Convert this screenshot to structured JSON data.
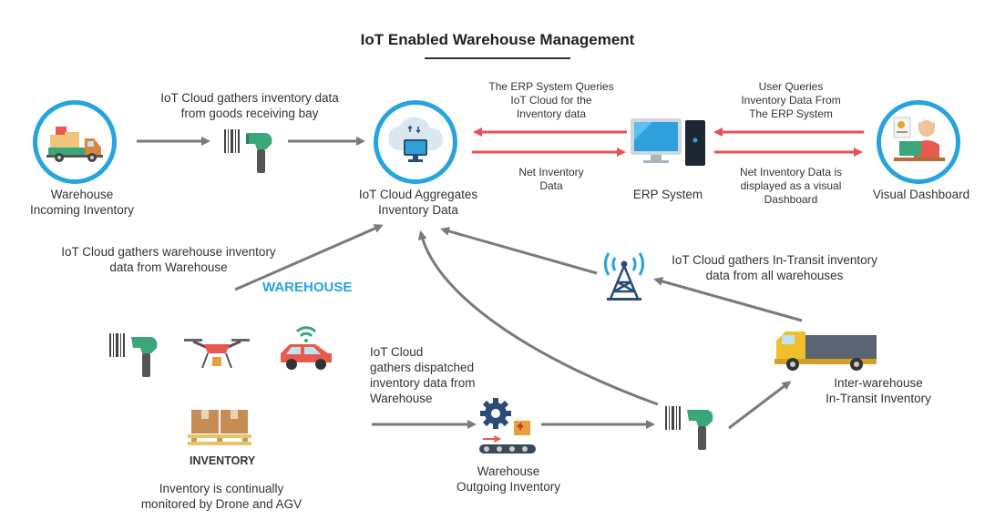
{
  "title": "IoT Enabled Warehouse Management",
  "colors": {
    "accent": "#25a4dd",
    "arrow_gray": "#7a7a7a",
    "arrow_red": "#e8505b"
  },
  "nodes": {
    "incoming": {
      "label_line1": "Warehouse",
      "label_line2": "Incoming Inventory",
      "icon": "delivery-truck-icon"
    },
    "cloud": {
      "label_line1": "IoT Cloud Aggregates",
      "label_line2": "Inventory Data",
      "icon": "cloud-computer-icon"
    },
    "erp": {
      "label": "ERP System",
      "icon": "desktop-computer-icon"
    },
    "dashboard": {
      "label": "Visual Dashboard",
      "icon": "person-at-desk-icon"
    },
    "warehouse": {
      "label": "WAREHOUSE"
    },
    "inventory": {
      "label": "INVENTORY",
      "caption_line1": "Inventory is continually",
      "caption_line2": "monitored by Drone and AGV",
      "icon": "pallet-boxes-icon"
    },
    "outgoing": {
      "label_line1": "Warehouse",
      "label_line2": "Outgoing Inventory",
      "icon": "conveyor-gear-icon"
    },
    "transit": {
      "label_line1": "Inter-warehouse",
      "label_line2": "In-Transit Inventory",
      "icon": "cargo-truck-icon"
    }
  },
  "annotations": {
    "receiving": {
      "line1": "IoT Cloud gathers inventory data",
      "line2": "from goods receiving bay"
    },
    "erp_query": {
      "line1": "The ERP System Queries",
      "line2": "IoT Cloud for the",
      "line3": "Inventory data"
    },
    "net_inventory": {
      "line1": "Net Inventory",
      "line2": "Data"
    },
    "user_query": {
      "line1": "User Queries",
      "line2": "Inventory Data From",
      "line3": "The ERP System"
    },
    "net_dashboard": {
      "line1": "Net Inventory Data is",
      "line2": "displayed as a visual",
      "line3": "Dashboard"
    },
    "warehouse_gather": {
      "line1": "IoT Cloud gathers warehouse inventory",
      "line2": "data from Warehouse"
    },
    "transit_gather": {
      "line1": "IoT Cloud gathers In-Transit inventory",
      "line2": "data from all warehouses"
    },
    "dispatched": {
      "line1": "IoT Cloud",
      "line2": "gathers dispatched",
      "line3": "inventory data from",
      "line4": "Warehouse"
    }
  }
}
